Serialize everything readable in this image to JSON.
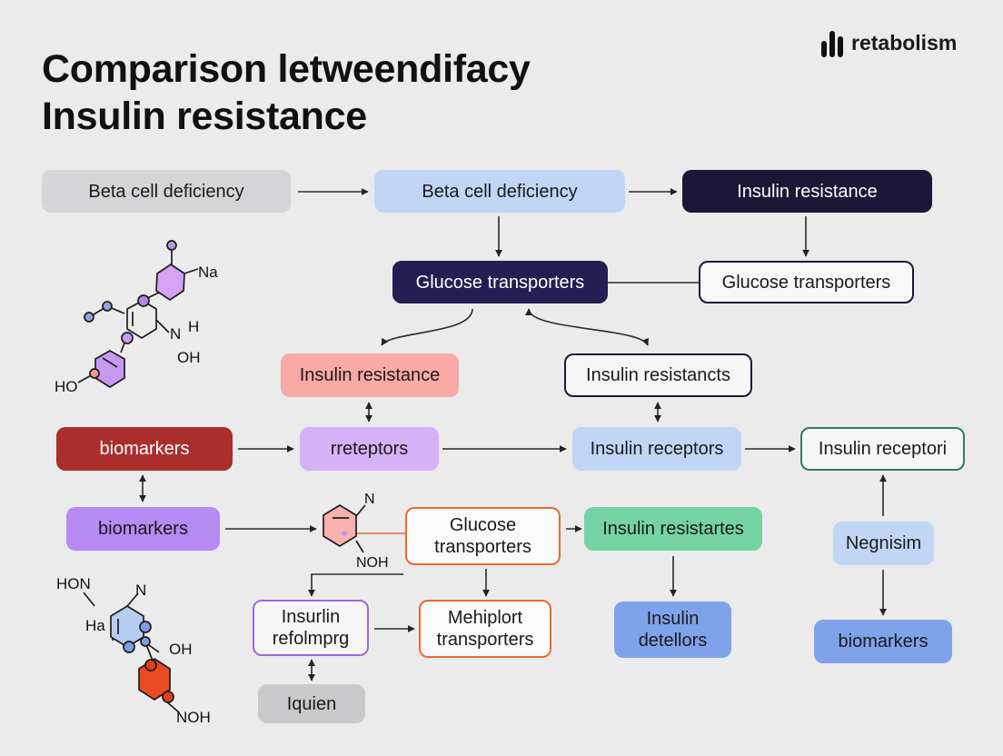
{
  "title": {
    "line1": "Comparison letweendifacy",
    "line2": "Insulin resistance"
  },
  "brand": {
    "name": "retabolism",
    "icon": "bar-chart-logo-icon"
  },
  "nodes": {
    "beta_cell_1": "Beta cell deficiency",
    "beta_cell_2": "Beta cell deficiency",
    "insulin_resistance_top": "Insulin resistance",
    "glucose_transporters_dark": "Glucose transporters",
    "glucose_transporters_outline": "Glucose transporters",
    "insulin_resistance_pink": "Insulin resistance",
    "insulin_resistancts": "Insulin resistancts",
    "biomarkers_red": "biomarkers",
    "rreteptors": "rreteptors",
    "insulin_receptors_blue": "Insulin receptors",
    "insulin_receptori": "Insulin receptori",
    "biomarkers_purple": "biomarkers",
    "glucose_transporters_orange": "Glucose\ntransporters",
    "insulin_resistartes": "Insulin resistartes",
    "negnisim": "Negnisim",
    "insurlin_refolmprg": "Insurlin\nrefolmprg",
    "mehiplort_transporters": "Mehiplort\ntransporters",
    "insulin_detellors": "Insulin\ndetellors",
    "biomarkers_blue": "biomarkers",
    "iquien": "Iquien"
  },
  "molecules": {
    "top": {
      "labels": [
        "Na",
        "N",
        "H",
        "OH",
        "HO"
      ]
    },
    "middle": {
      "labels": [
        "N",
        "NOH"
      ]
    },
    "bottom": {
      "labels": [
        "HON",
        "N",
        "Ha",
        "OH",
        "NOH"
      ]
    }
  },
  "colors": {
    "background": "#ebebeb",
    "gray": "#d5d5d8",
    "light_blue": "#c2d5f5",
    "dark_navy": "#1c1738",
    "pink": "#f9a9a6",
    "dark_red": "#aa2e2e",
    "lavender": "#d5b1f6",
    "violet": "#b58af3",
    "green": "#75d3a3",
    "medium_blue": "#7fa3ea",
    "orange": "#e96a35",
    "teal_outline": "#2e7f5a",
    "purple_outline": "#9b6ae0"
  }
}
